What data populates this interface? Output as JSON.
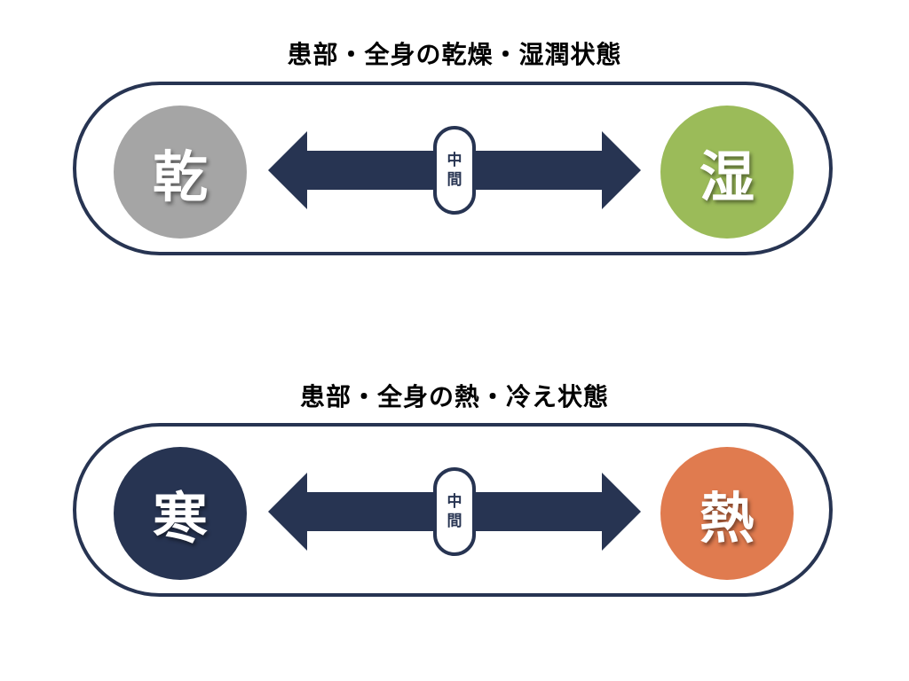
{
  "diagrams": [
    {
      "title": "患部・全身の乾燥・湿潤状態",
      "left_label": "乾",
      "right_label": "湿",
      "middle_chars": [
        "中",
        "間"
      ],
      "left_color": "#a5a5a5",
      "right_color": "#9bbb59"
    },
    {
      "title": "患部・全身の熱・冷え状態",
      "left_label": "寒",
      "right_label": "熱",
      "middle_chars": [
        "中",
        "間"
      ],
      "left_color": "#273452",
      "right_color": "#e07b4f"
    }
  ],
  "colors": {
    "navy": "#273452",
    "background": "#ffffff"
  },
  "icons": {
    "arrow": "double-headed-arrow-icon"
  }
}
